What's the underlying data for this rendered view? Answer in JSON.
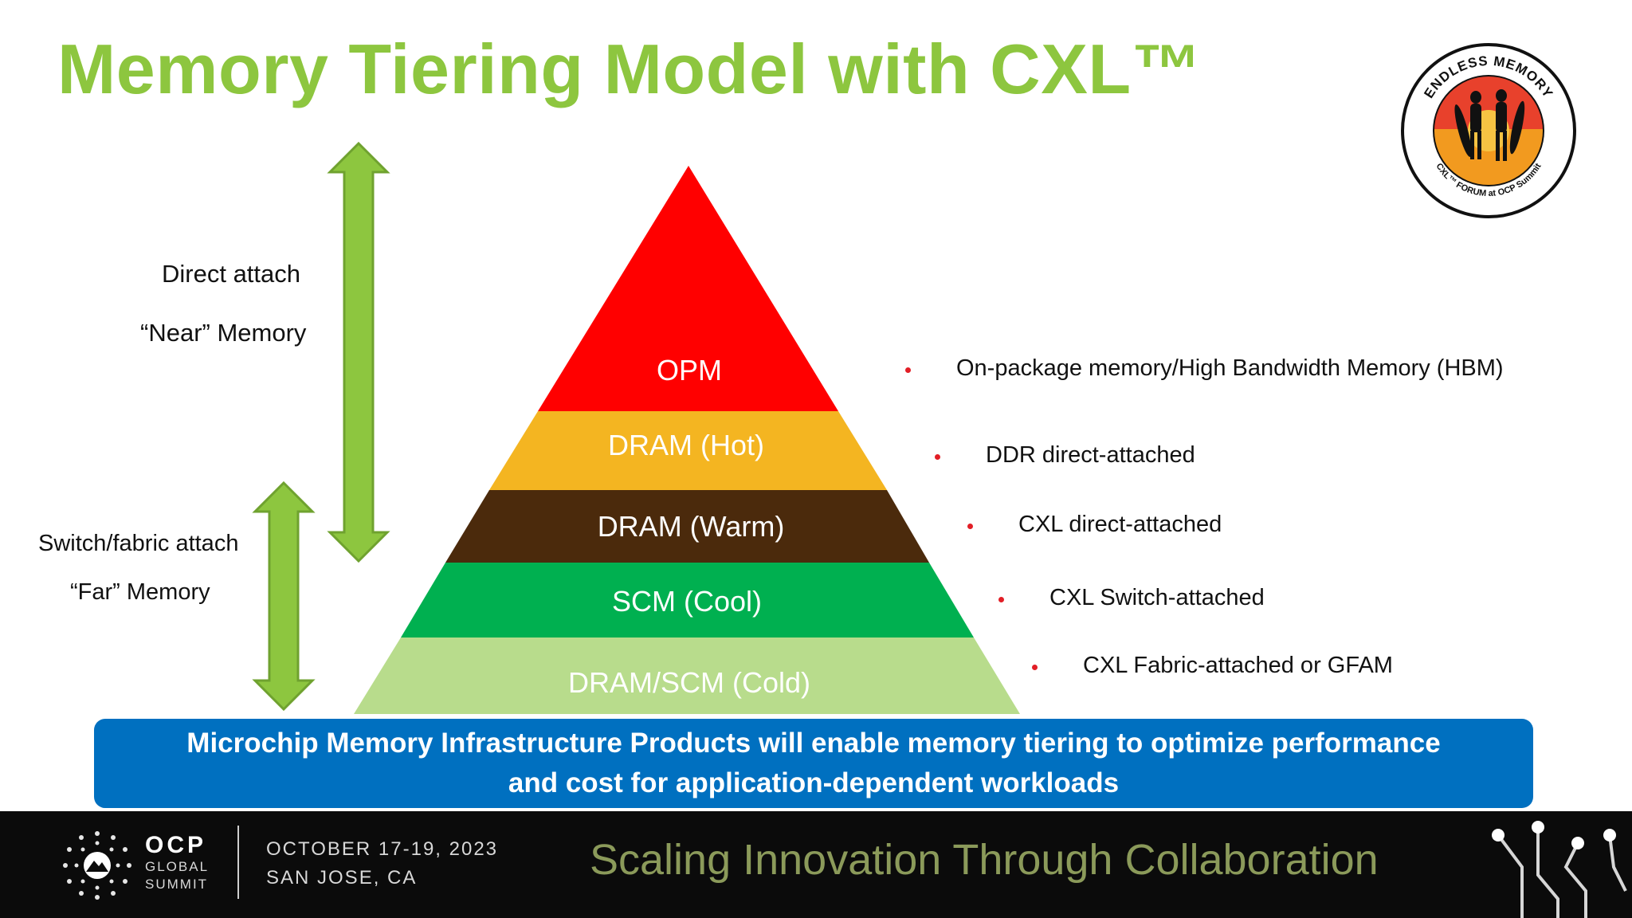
{
  "title": "Memory Tiering Model with CXL™",
  "badge": {
    "top_text": "ENDLESS MEMORY",
    "bottom_text": "CXL™ FORUM at OCP Summit"
  },
  "near": {
    "line1": "Direct attach",
    "line2": "“Near” Memory"
  },
  "far": {
    "line1": "Switch/fabric attach",
    "line2": "“Far” Memory"
  },
  "pyramid": {
    "tiers": [
      {
        "label": "OPM",
        "color": "#ff0000"
      },
      {
        "label": "DRAM (Hot)",
        "color": "#f4b521"
      },
      {
        "label": "DRAM (Warm)",
        "color": "#4b2a0c"
      },
      {
        "label": "SCM (Cool)",
        "color": "#00b050"
      },
      {
        "label": "DRAM/SCM (Cold)",
        "color": "#b8dc8c"
      }
    ]
  },
  "bullets": [
    "On-package memory/High Bandwidth Memory (HBM)",
    "DDR direct-attached",
    "CXL direct-attached",
    "CXL Switch-attached",
    "CXL Fabric-attached or GFAM"
  ],
  "banner": {
    "line1": "Microchip Memory Infrastructure Products will enable memory tiering to optimize performance",
    "line2": "and cost for application-dependent workloads"
  },
  "footer": {
    "logo_word": "OCP",
    "logo_sub1": "GLOBAL",
    "logo_sub2": "SUMMIT",
    "dates": "OCTOBER 17-19, 2023",
    "location": "SAN JOSE, CA",
    "tagline": "Scaling Innovation Through Collaboration"
  },
  "colors": {
    "title_green": "#8dc63f",
    "arrow_green": "#8dc63f",
    "banner_blue": "#0070c0",
    "bullet_red": "#e21e26"
  }
}
